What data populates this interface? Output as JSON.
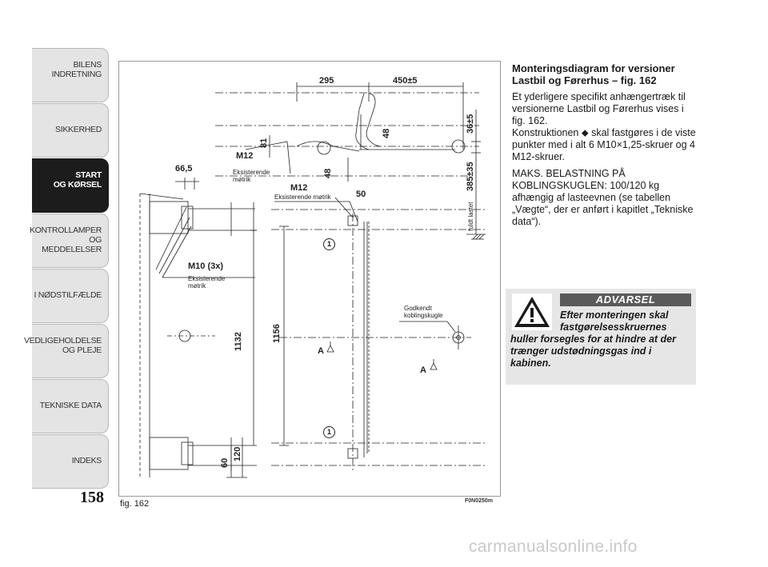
{
  "tabs": [
    {
      "label": "BILENS\nINDRETNING",
      "active": false
    },
    {
      "label": "SIKKERHED",
      "active": false
    },
    {
      "label": "START\nOG KØRSEL",
      "active": true
    },
    {
      "label": "KONTROLLAMPER\nOG MEDDELELSER",
      "active": false
    },
    {
      "label": "I NØDSTILFÆLDE",
      "active": false
    },
    {
      "label": "VEDLIGEHOLDELSE\nOG PLEJE",
      "active": false
    },
    {
      "label": "TEKNISKE DATA",
      "active": false
    },
    {
      "label": "INDEKS",
      "active": false
    }
  ],
  "page_number": "158",
  "figure": {
    "caption": "fig. 162",
    "code": "F0N0250m",
    "dims": {
      "d295": "295",
      "d450": "450±5",
      "d36": "36±5",
      "d385": "385±35",
      "d48a": "48",
      "d48b": "48",
      "d81": "81",
      "d50": "50",
      "d665": "66,5",
      "d1132": "1132",
      "d1156": "1156",
      "d60": "60",
      "d120": "120"
    },
    "labels": {
      "m12_a": "M12",
      "m12_b": "M12",
      "m10": "M10 (3x)",
      "nut_a": "Eksisterende\nmøtrik",
      "nut_b": "Eksisterende møtrik",
      "nut_c": "Eksisterende\nmøtrik",
      "ball": "Godkendt\nkoblingskugle",
      "loaded": "fuldt lastet",
      "a1": "A",
      "a2": "A",
      "n1": "1",
      "n2": "1"
    }
  },
  "content": {
    "heading": "Monteringsdiagram for versioner Lastbil og Førerhus – fig. 162",
    "p1": "Et yderligere specifikt anhængertræk til versionerne Lastbil og Førerhus vises i fig. 162.",
    "p2_pre": "Konstruktionen ",
    "p2_symbol": "⬥",
    "p2_post": " skal fastgøres i de viste punkter med i alt 6 M10×1,25-skruer og 4 M12-skruer.",
    "p3": "MAKS. BELASTNING PÅ KOBLINGSKUGLEN: 100/120 kg afhængig af lasteevnen (se tabellen „Vægte“, der er anført i kapitlet „Tekniske data“)."
  },
  "warning": {
    "title": "ADVARSEL",
    "line1": "Efter monteringen skal",
    "line2": "fastgørelsesskruernes",
    "rest": "huller forsegles for at hindre at der trænger udstødningsgas ind i kabinen."
  },
  "watermark": "carmanualsonline.info"
}
